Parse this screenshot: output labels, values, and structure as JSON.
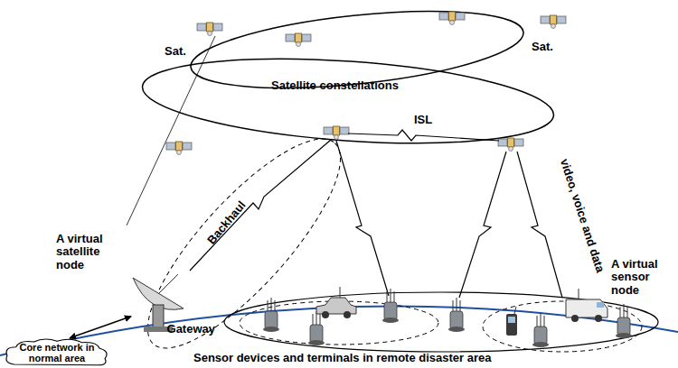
{
  "diagram": {
    "nodes": [
      {
        "text": [
          "Core network in normal area"
        ]
      },
      {
        "text": [
          "Gateway"
        ]
      }
    ],
    "edges": [
      {
        "from": 0,
        "to": 1,
        "arrow": "both"
      }
    ],
    "labels": [
      "Sat.",
      "Sat.",
      "Satellite constellations",
      "ISL",
      "A virtual satellite node",
      "Backhaul",
      "video, voice and data",
      "A virtual sensor node",
      "Sensor devices and terminals in remote disaster area"
    ]
  }
}
